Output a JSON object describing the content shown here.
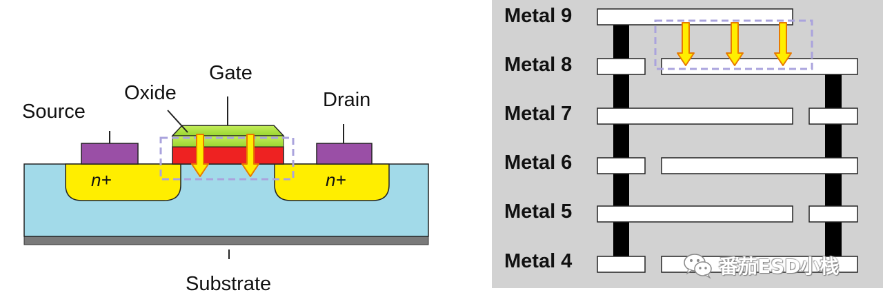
{
  "mosfet": {
    "labels": {
      "source": "Source",
      "oxide": "Oxide",
      "gate": "Gate",
      "drain": "Drain",
      "substrate": "Substrate",
      "n_plus_left": "n+",
      "n_plus_right": "n+"
    },
    "colors": {
      "substrate": "#a2dae9",
      "substrate_base": "#7a7a7a",
      "n_plus": "#ffee00",
      "contact": "#9a4fa6",
      "oxide": "#ee2222",
      "gate": "#a6e03a",
      "arrow_fill": "#ffee00",
      "arrow_stroke": "#e87a00",
      "highlight_box": "#aaa3dd"
    }
  },
  "interconnect": {
    "metal_layers": [
      {
        "label": "Metal 9"
      },
      {
        "label": "Metal 8"
      },
      {
        "label": "Metal 7"
      },
      {
        "label": "Metal 6"
      },
      {
        "label": "Metal 5"
      },
      {
        "label": "Metal 4"
      }
    ],
    "colors": {
      "background": "#d2d2d2",
      "wire_fill": "#ffffff",
      "via": "#000000",
      "highlight_box": "#aaa3dd"
    }
  },
  "watermark": {
    "text": "番茄ESD小栈",
    "icon": "wechat-icon"
  }
}
